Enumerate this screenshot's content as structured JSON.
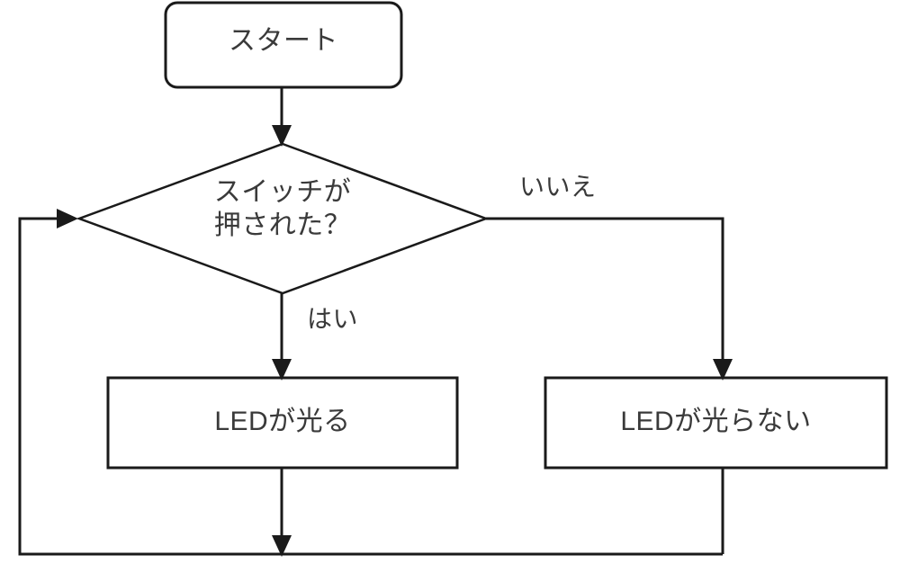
{
  "diagram": {
    "type": "flowchart",
    "language": "ja",
    "background_color": "#ffffff",
    "stroke_color": "#1a1a1a",
    "text_color": "#3a3a3a",
    "nodes": [
      {
        "id": "start",
        "shape": "rounded-rectangle",
        "label": "スタート"
      },
      {
        "id": "decision",
        "shape": "diamond",
        "label_line1": "スイッチが",
        "label_line2": "押された？",
        "label": "スイッチが\n押された？"
      },
      {
        "id": "process-yes",
        "shape": "rectangle",
        "label": "LEDが光る"
      },
      {
        "id": "process-no",
        "shape": "rectangle",
        "label": "LEDが光らない"
      }
    ],
    "edges": [
      {
        "id": "start-to-decision",
        "from": "start",
        "to": "decision",
        "label": ""
      },
      {
        "id": "decision-to-yes",
        "from": "decision",
        "to": "process-yes",
        "label": "はい"
      },
      {
        "id": "decision-to-no",
        "from": "decision",
        "to": "process-no",
        "label": "いいえ"
      },
      {
        "id": "yes-to-merge",
        "from": "process-yes",
        "to": "merge",
        "label": ""
      },
      {
        "id": "no-to-merge",
        "from": "process-no",
        "to": "merge",
        "label": ""
      },
      {
        "id": "merge-to-decision-loop",
        "from": "merge",
        "to": "decision",
        "label": ""
      }
    ]
  }
}
